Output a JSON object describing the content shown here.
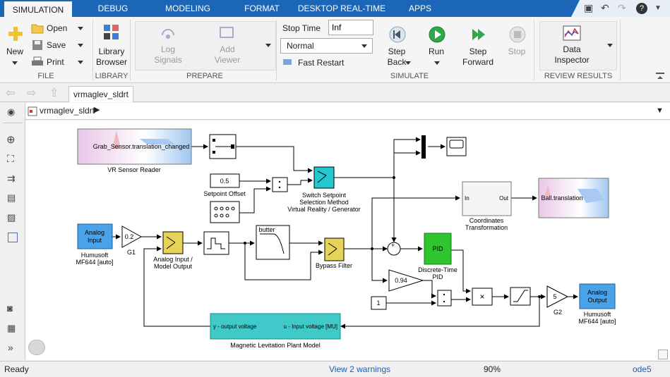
{
  "tabs": [
    {
      "label": "SIMULATION",
      "active": true
    },
    {
      "label": "DEBUG"
    },
    {
      "label": "MODELING"
    },
    {
      "label": "FORMAT"
    },
    {
      "label": "DESKTOP REAL-TIME"
    },
    {
      "label": "APPS"
    }
  ],
  "ribbon": {
    "file": {
      "new": "New",
      "open": "Open",
      "save": "Save",
      "print": "Print",
      "group": "FILE"
    },
    "library": {
      "browser_line1": "Library",
      "browser_line2": "Browser",
      "group": "LIBRARY"
    },
    "prepare": {
      "log_line1": "Log",
      "log_line2": "Signals",
      "add_line1": "Add",
      "add_line2": "Viewer",
      "group": "PREPARE"
    },
    "simulate": {
      "stop_time_label": "Stop Time",
      "stop_time_value": "Inf",
      "mode": "Normal",
      "fast_restart": "Fast Restart",
      "step_back_line1": "Step",
      "step_back_line2": "Back",
      "run": "Run",
      "step_fwd_line1": "Step",
      "step_fwd_line2": "Forward",
      "stop": "Stop",
      "group": "SIMULATE"
    },
    "review": {
      "di_line1": "Data",
      "di_line2": "Inspector",
      "group": "REVIEW RESULTS"
    }
  },
  "doc_tab": "vrmaglev_sldrt",
  "breadcrumb": "vrmaglev_sldrt",
  "diagram": {
    "vr_reader_text": "Grab_Sensor.translation_changed",
    "vr_reader_label": "VR Sensor Reader",
    "setpoint_value": "0.5",
    "setpoint_label": "Setpoint Offset",
    "switch_label_1": "Switch Setpoint",
    "switch_label_2": "Selection Method",
    "switch_label_3": "Virtual Reality / Generator",
    "coord_in": "In",
    "coord_out": "Out",
    "coord_label_1": "Coordinates",
    "coord_label_2": "Transformation",
    "ball_text": "Ball.translation",
    "analog_in_line1": "Analog",
    "analog_in_line2": "Input",
    "humusoft_in_1": "Humusoft",
    "humusoft_in_2": "MF644 [auto]",
    "g1_value": "0.2",
    "g1_label": "G1",
    "aim_label_1": "Analog Input /",
    "aim_label_2": "Model Output",
    "butter": "butter",
    "bypass_label": "Bypass Filter",
    "pid_text": "PID",
    "pid_label_1": "Discrete-Time",
    "pid_label_2": "PID",
    "gain094": "0.94",
    "const1": "1",
    "times": "×",
    "g2_value": "5",
    "g2_label": "G2",
    "analog_out_line1": "Analog",
    "analog_out_line2": "Output",
    "humusoft_out_1": "Humusoft",
    "humusoft_out_2": "MF644 [auto]",
    "plant_left": "y - output voltage",
    "plant_right": "u - Input voltage [MU]",
    "plant_label": "Magnetic Levitation Plant Model"
  },
  "status": {
    "ready": "Ready",
    "warnings": "View 2 warnings",
    "zoom": "90%",
    "solver": "ode5"
  },
  "colors": {
    "accent": "#1c66b8",
    "link": "#1a5fb4",
    "analog": "#4aa3e8",
    "switch_cyan": "#22c8d0",
    "switch_yellow": "#e8d35a",
    "pid_green": "#2fc52f",
    "plant": "#3fc9c9"
  }
}
